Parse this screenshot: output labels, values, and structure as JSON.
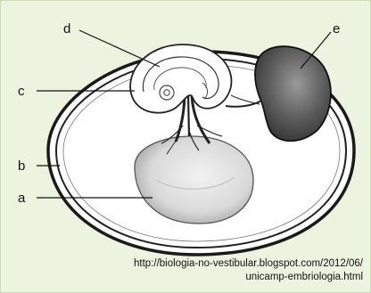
{
  "labels": {
    "a": "a",
    "b": "b",
    "c": "c",
    "d": "d",
    "e": "e"
  },
  "source": {
    "line1": "http://biologia-no-vestibular.blogspot.com/2012/06/",
    "line2": "unicamp-embriologia.html"
  },
  "colors": {
    "panel_background": "#ecf4e0",
    "ink": "#222222"
  }
}
